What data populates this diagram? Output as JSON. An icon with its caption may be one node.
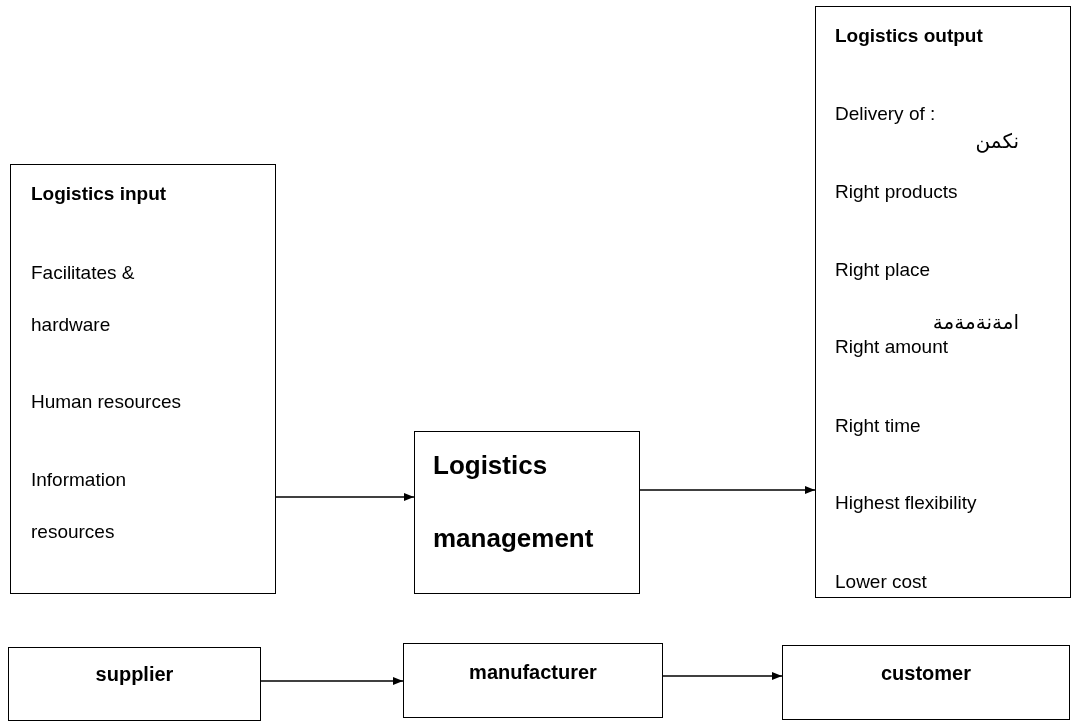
{
  "diagram": {
    "nodes": [
      {
        "text": [
          "Logistics input",
          "Facilitates & hardware",
          "Human resources",
          "Information resources"
        ]
      },
      {
        "text": [
          "Logistics management"
        ]
      },
      {
        "text": [
          "Logistics output",
          "Delivery of :",
          "نكمن",
          "Right products",
          "Right place",
          "امةنةمةمة",
          "Right amount",
          "Right time",
          "Highest flexibility",
          "Lower cost"
        ]
      },
      {
        "text": [
          "supplier"
        ]
      },
      {
        "text": [
          "manufacturer"
        ]
      },
      {
        "text": [
          "customer"
        ]
      }
    ],
    "edges": [
      {
        "from": 0,
        "to": 1,
        "arrow": "to"
      },
      {
        "from": 1,
        "to": 2,
        "arrow": "to"
      },
      {
        "from": 3,
        "to": 4,
        "arrow": "to"
      },
      {
        "from": 4,
        "to": 5,
        "arrow": "to"
      }
    ]
  }
}
